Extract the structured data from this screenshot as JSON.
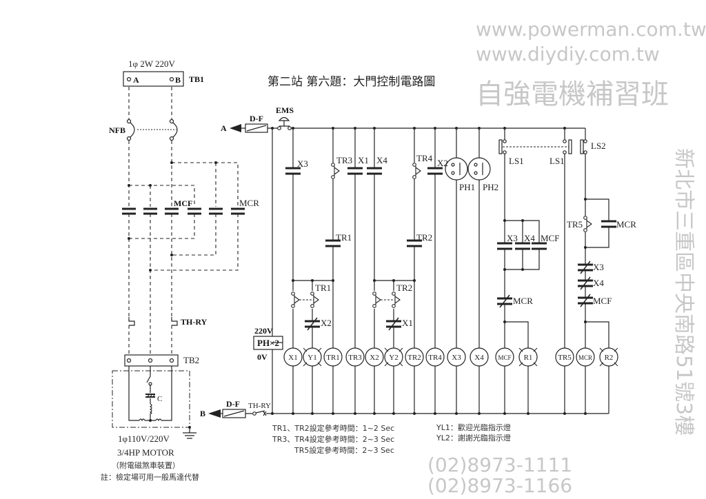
{
  "title": "第二站  第六題：大門控制電路圖",
  "power": {
    "supply": "1φ 2W  220V",
    "tb1": "TB1",
    "term_a": "A",
    "term_b": "B",
    "nfb": "NFB",
    "mcf": "MCF",
    "mcr": "MCR",
    "thry": "TH-RY",
    "tb2": "TB2",
    "cap": "C"
  },
  "motor": {
    "line1": "1φ110V/220V",
    "line2": "3/4HP  MOTOR",
    "line3": "（附電磁煞車裝置）",
    "line4": "註：檢定場可用一般馬達代替"
  },
  "control": {
    "a": "A",
    "b": "B",
    "df_top": "D-F",
    "df_bottom": "D-F",
    "ems": "EMS",
    "thry": "TH-RY",
    "v220": "220V",
    "ph": "PH×2",
    "v0": "0V",
    "contacts": {
      "x3": "X3",
      "tr3": "TR3",
      "x1": "X1",
      "x4": "X4",
      "tr4": "TR4",
      "x2": "X2",
      "tr1": "TR1",
      "tr2": "TR2",
      "tr1_sw": "TR1",
      "x2_nc": "X2",
      "tr2_sw": "TR2",
      "x1_nc": "X1",
      "ph1": "PH1",
      "ph2": "PH2",
      "ls1_a": "LS1",
      "ls1_b": "LS1",
      "ls2": "LS2",
      "p_x3": "X3",
      "p_x4": "X4",
      "p_mcf": "MCF",
      "mcr_nc": "MCR",
      "tr5": "TR5",
      "mcr_no": "MCR",
      "s_x3": "X3",
      "s_x4": "X4",
      "s_mcf": "MCF"
    },
    "loads": [
      "X1",
      "Y1",
      "TR1",
      "TR3",
      "X2",
      "Y2",
      "TR2",
      "TR4",
      "X3",
      "X4",
      "MCF",
      "R1",
      "TR5",
      "MCR",
      "R2"
    ]
  },
  "notes": [
    "TR1、TR2設定參考時間：1~2 Sec",
    "TR3、TR4設定參考時間：2~3 Sec",
    "TR5設定參考時間：2~3 Sec"
  ],
  "legend": [
    "YL1：歡迎光臨指示燈",
    "YL2：謝謝光臨指示燈"
  ],
  "watermark": {
    "url1": "www.powerman.com.tw",
    "url2": "www.diydiy.com.tw",
    "school": "自強電機補習班",
    "phone1": "(02)8973-1111",
    "phone2": "(02)8973-1166",
    "address": "新北市三重區中央南路51號3樓"
  }
}
